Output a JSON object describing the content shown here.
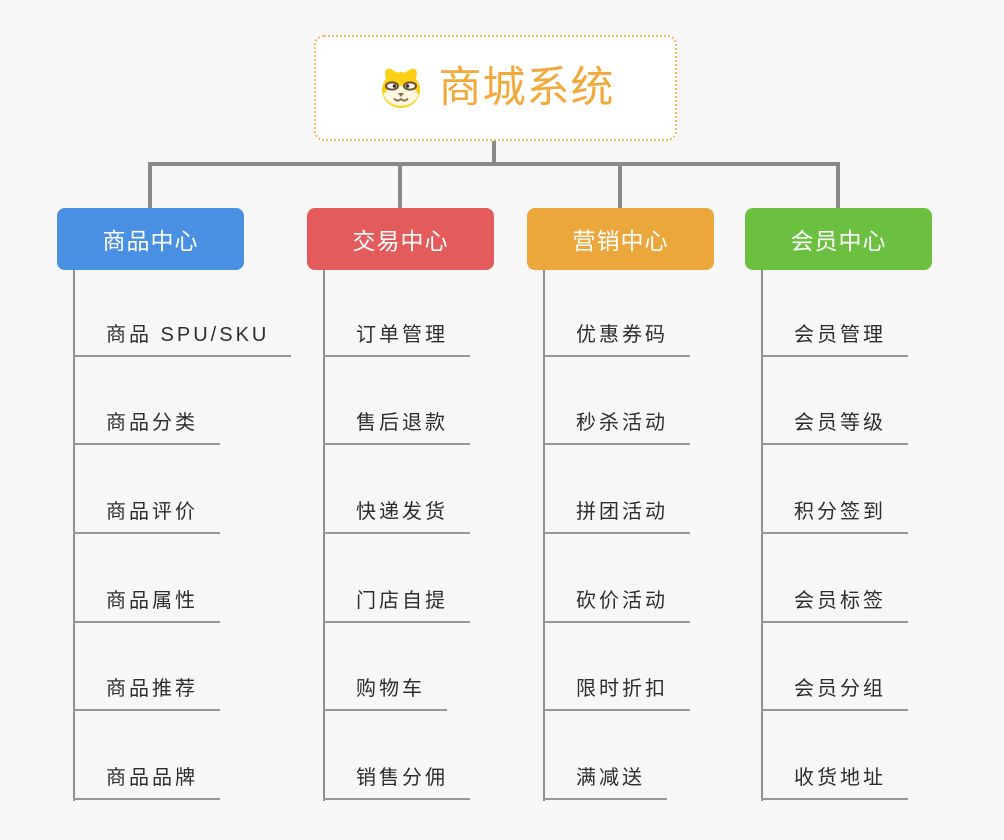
{
  "page": {
    "background": "#f7f7f8",
    "connector_color": "#8a8a8a"
  },
  "root": {
    "title": "商城系统",
    "icon": "dog-face-icon",
    "text_color": "#f3a939",
    "border_color": "#f2b95e"
  },
  "branches": [
    {
      "label": "商品中心",
      "color": "#4a90e2",
      "items": [
        "商品 SPU/SKU",
        "商品分类",
        "商品评价",
        "商品属性",
        "商品推荐",
        "商品品牌"
      ]
    },
    {
      "label": "交易中心",
      "color": "#e45b5b",
      "items": [
        "订单管理",
        "售后退款",
        "快递发货",
        "门店自提",
        "购物车",
        "销售分佣"
      ]
    },
    {
      "label": "营销中心",
      "color": "#eba73c",
      "items": [
        "优惠券码",
        "秒杀活动",
        "拼团活动",
        "砍价活动",
        "限时折扣",
        "满减送"
      ]
    },
    {
      "label": "会员中心",
      "color": "#6cc040",
      "items": [
        "会员管理",
        "会员等级",
        "积分签到",
        "会员标签",
        "会员分组",
        "收货地址"
      ]
    }
  ]
}
